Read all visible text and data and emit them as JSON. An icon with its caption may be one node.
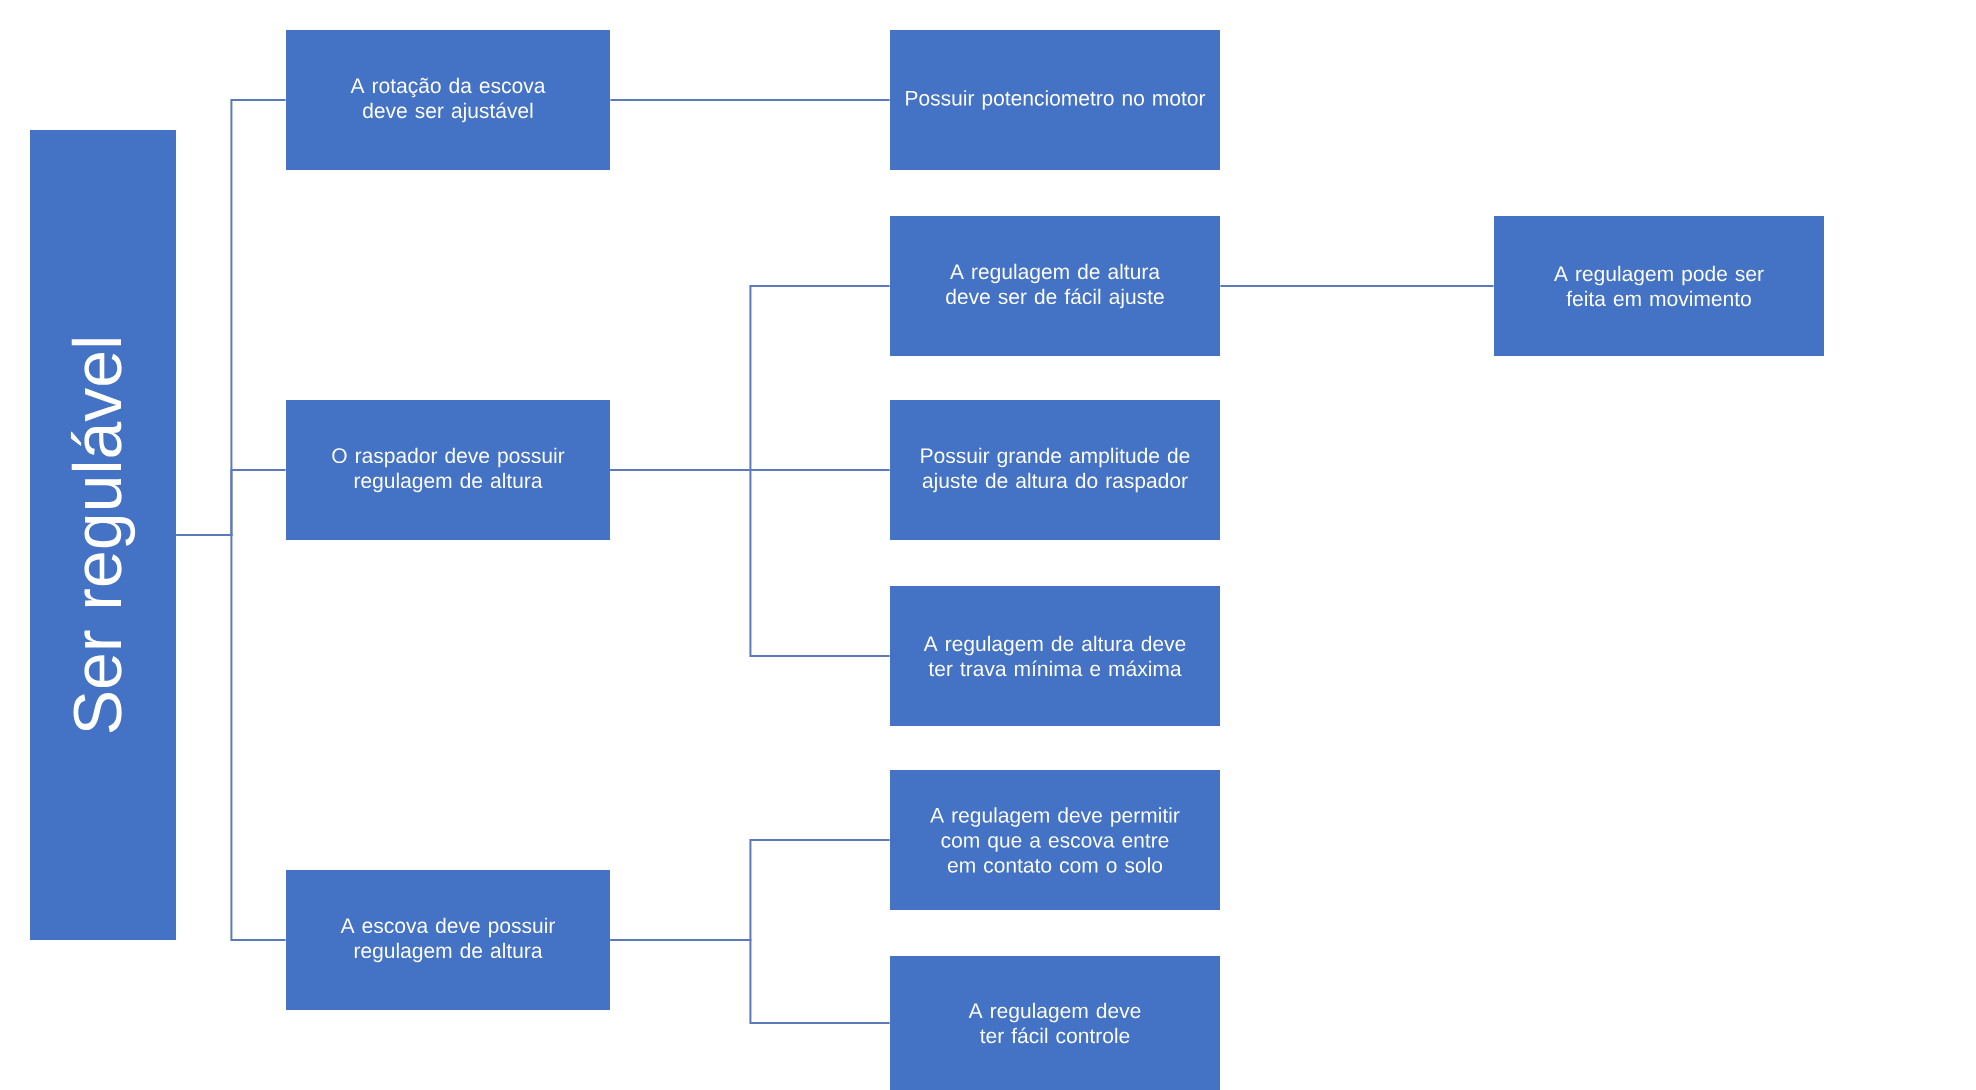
{
  "diagram": {
    "nodes": [
      {
        "text": [
          "Ser regulável"
        ]
      },
      {
        "text": [
          "A rotação da escova deve ser ajustável"
        ]
      },
      {
        "text": [
          "O raspador deve possuir regulagem de altura"
        ]
      },
      {
        "text": [
          "A escova deve possuir regulagem de altura"
        ]
      },
      {
        "text": [
          "Possuir potenciometro no motor"
        ]
      },
      {
        "text": [
          "A regulagem de altura deve ser de fácil ajuste"
        ]
      },
      {
        "text": [
          "Possuir grande amplitude de ajuste de altura do raspador"
        ]
      },
      {
        "text": [
          "A regulagem de altura deve ter trava mínima e máxima"
        ]
      },
      {
        "text": [
          "A regulagem deve permitir com que a escova entre em contato com o solo"
        ]
      },
      {
        "text": [
          "A regulagem deve ter fácil controle"
        ]
      },
      {
        "text": [
          "A regulagem pode ser feita em movimento"
        ]
      }
    ],
    "edges": [
      {
        "from": 0,
        "to": 1,
        "arrow": "none"
      },
      {
        "from": 0,
        "to": 2,
        "arrow": "none"
      },
      {
        "from": 0,
        "to": 3,
        "arrow": "none"
      },
      {
        "from": 1,
        "to": 4,
        "arrow": "none"
      },
      {
        "from": 2,
        "to": 5,
        "arrow": "none"
      },
      {
        "from": 2,
        "to": 6,
        "arrow": "none"
      },
      {
        "from": 2,
        "to": 7,
        "arrow": "none"
      },
      {
        "from": 3,
        "to": 8,
        "arrow": "none"
      },
      {
        "from": 3,
        "to": 9,
        "arrow": "none"
      },
      {
        "from": 5,
        "to": 10,
        "arrow": "none"
      }
    ]
  }
}
